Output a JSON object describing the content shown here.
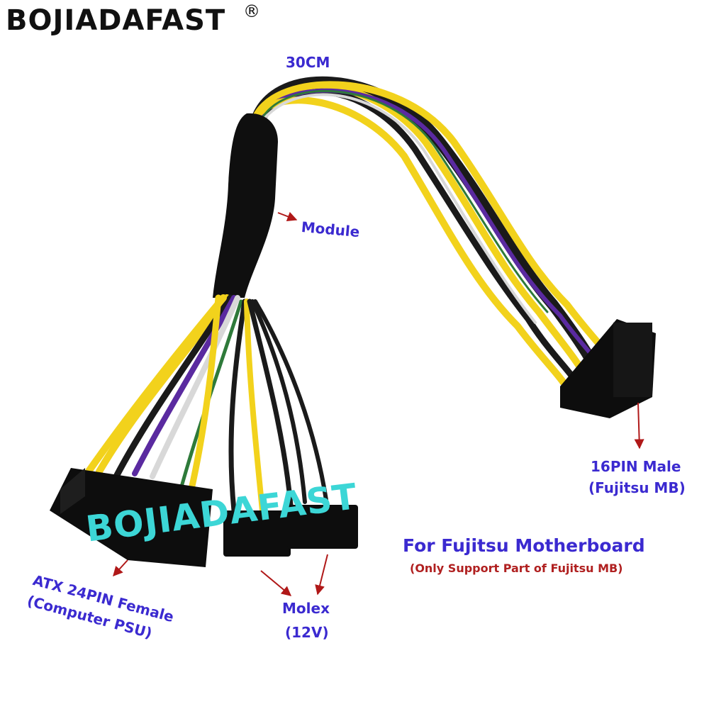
{
  "brand": {
    "name": "BOJIADAFAST",
    "registered_mark": "®"
  },
  "watermark": "BOJIADAFAST",
  "labels": {
    "length": "30CM",
    "module": "Module",
    "male_connector_line1": "16PIN Male",
    "male_connector_line2": "(Fujitsu MB)",
    "atx_line1": "ATX 24PIN Female",
    "atx_line2": "(Computer PSU)",
    "molex_line1": "Molex",
    "molex_line2": "(12V)"
  },
  "compatibility": {
    "title": "For Fujitsu Motherboard",
    "note": "(Only Support Part of Fujitsu MB)"
  },
  "colors": {
    "label_blue": "#3b2ad0",
    "note_red": "#b02020",
    "watermark_cyan": "#3cd6d6",
    "arrow_red": "#b01818",
    "wire_yellow": "#f2d21c",
    "wire_purple": "#5a2aa0",
    "wire_black": "#1a1a1a",
    "wire_green": "#2e7a3a",
    "wire_white": "#d8d8d8"
  }
}
